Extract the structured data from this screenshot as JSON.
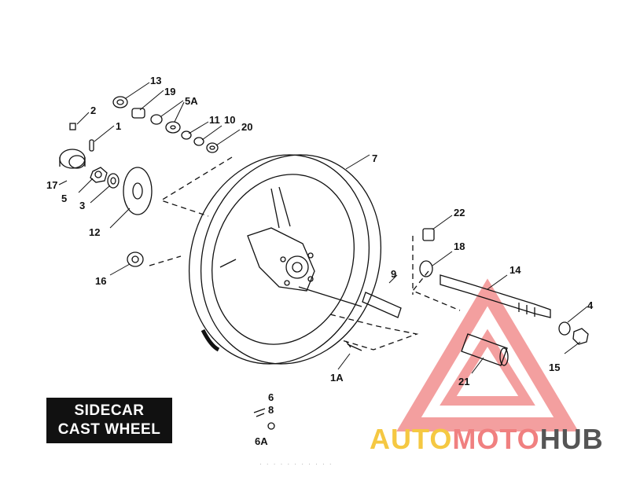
{
  "title": {
    "line1": "SIDECAR",
    "line2": "CAST WHEEL"
  },
  "callouts": {
    "c13": "13",
    "c19": "19",
    "c5A": "5A",
    "c2": "2",
    "c1": "1",
    "c11": "11",
    "c10": "10",
    "c20": "20",
    "c7": "7",
    "c17": "17",
    "c5": "5",
    "c3": "3",
    "c12": "12",
    "c22": "22",
    "c18": "18",
    "c16": "16",
    "c9": "9",
    "c14": "14",
    "c4": "4",
    "c15": "15",
    "c21": "21",
    "c1A": "1A",
    "c6": "6",
    "c8": "8",
    "c6A": "6A"
  },
  "watermark": {
    "part1": "AUTO",
    "part2": "MOTO",
    "part3": "HUB"
  },
  "footer_text": "· · · · · · · · · · ·",
  "colors": {
    "watermark_yellow": "#f5c842",
    "watermark_red": "#f08080",
    "watermark_gray": "#555555",
    "line": "#111111"
  }
}
